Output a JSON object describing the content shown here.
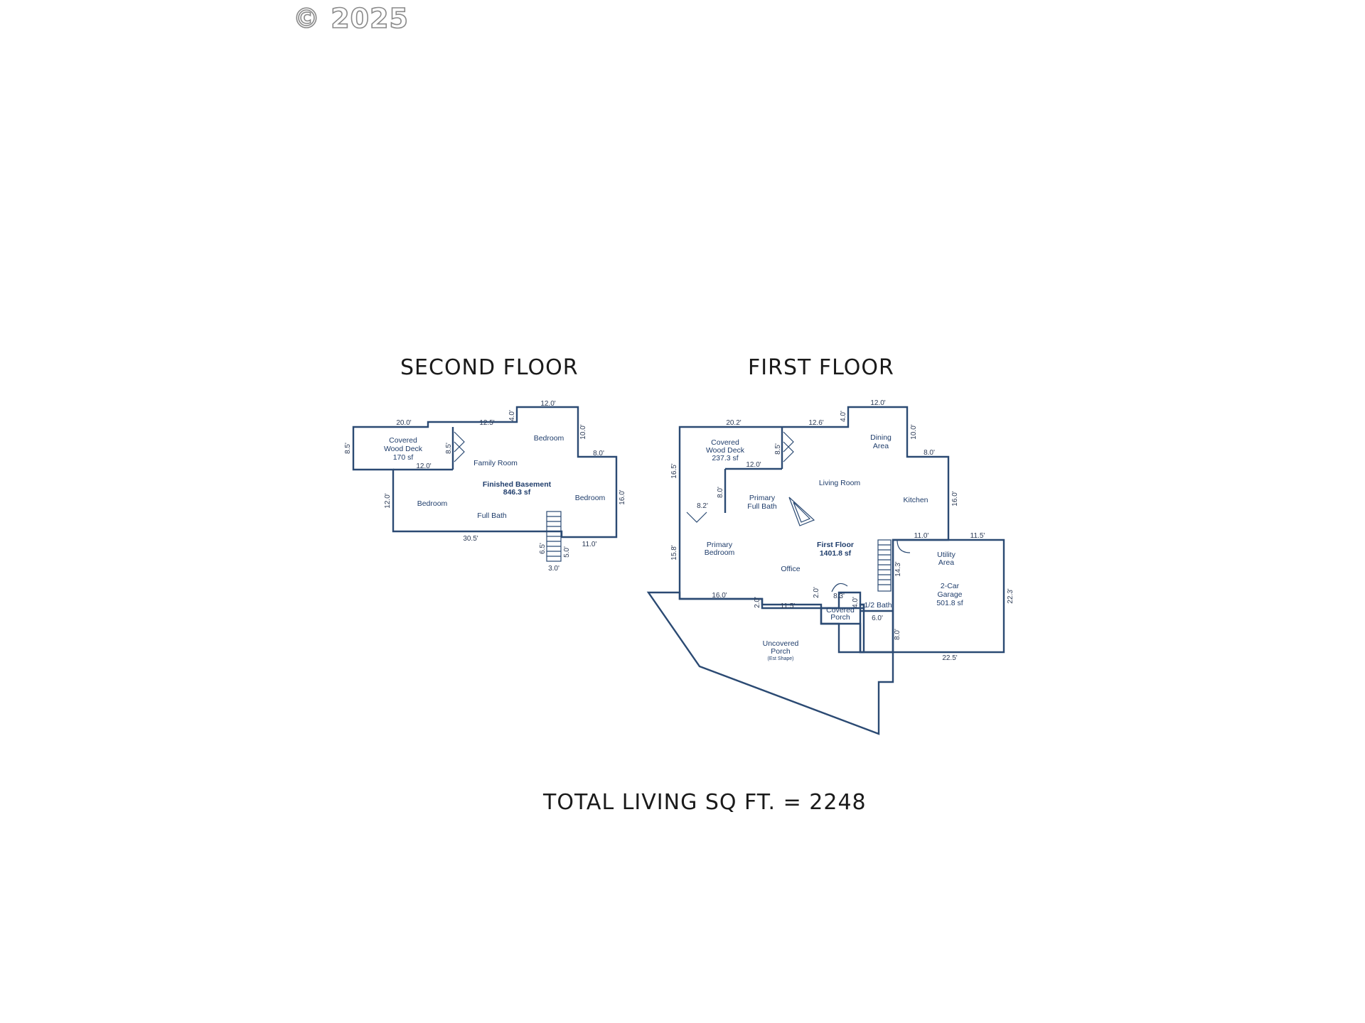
{
  "watermark": "© 2025",
  "titles": {
    "second_floor": "SECOND FLOOR",
    "first_floor": "FIRST FLOOR",
    "total": "TOTAL LIVING SQ FT. = 2248"
  },
  "colors": {
    "wall": "#2b4a73",
    "text": "#1f3d6b",
    "title": "#1a1a1a"
  },
  "second_floor": {
    "rooms": {
      "covered_deck": [
        "Covered",
        "Wood Deck",
        "170 sf"
      ],
      "family_room": "Family Room",
      "bedroom_top": "Bedroom",
      "basement": [
        "Finished Basement",
        "846.3 sf"
      ],
      "bedroom_right": "Bedroom",
      "bedroom_left": "Bedroom",
      "full_bath": "Full Bath"
    },
    "dims": {
      "d20": "20.0'",
      "d12_5": "12.5'",
      "d4": "4.0'",
      "d12_top": "12.0'",
      "d10": "10.0'",
      "d8": "8.0'",
      "d8_5": "8.5'",
      "d8_5b": "8.5'",
      "d12_deck": "12.0'",
      "d12_left": "12.0'",
      "d16": "16.0'",
      "d30_5": "30.5'",
      "d11": "11.0'",
      "d6_5": "6.5'",
      "d5": "5.0'",
      "d3": "3.0'"
    }
  },
  "first_floor": {
    "rooms": {
      "covered_deck": [
        "Covered",
        "Wood Deck",
        "237.3 sf"
      ],
      "dining": [
        "Dining",
        "Area"
      ],
      "living": "Living Room",
      "primary_bath": [
        "Primary",
        "Full Bath"
      ],
      "kitchen": "Kitchen",
      "primary_bedroom": [
        "Primary",
        "Bedroom"
      ],
      "first_floor": [
        "First Floor",
        "1401.8 sf"
      ],
      "office": "Office",
      "utility": [
        "Utility",
        "Area"
      ],
      "garage": [
        "2-Car",
        "Garage",
        "501.8 sf"
      ],
      "covered_porch": [
        "Covered",
        "Porch"
      ],
      "half_bath": "1/2 Bath",
      "uncovered_porch": [
        "Uncovered",
        "Porch",
        "(Est Shape)"
      ]
    },
    "dims": {
      "d20_2": "20.2'",
      "d12_6": "12.6'",
      "d4": "4.0'",
      "d12_top": "12.0'",
      "d10": "10.0'",
      "d8_right": "8.0'",
      "d16_5": "16.5'",
      "d8_5": "8.5'",
      "d12_deck": "12.0'",
      "d8_0": "8.0'",
      "d8_2": "8.2'",
      "d16_right": "16.0'",
      "d11": "11.0'",
      "d11_5": "11.5'",
      "d15_8": "15.8'",
      "d14_3": "14.3'",
      "d22_3": "22.3'",
      "d16_bottom": "16.0'",
      "d2_a": "2.0'",
      "d11_5b": "11.5'",
      "d2_b": "2.0'",
      "d8_3": "8.3'",
      "d4_b": "4.0'",
      "d6": "6.0'",
      "d8_bottom": "8.0'",
      "d22_5": "22.5'"
    }
  }
}
